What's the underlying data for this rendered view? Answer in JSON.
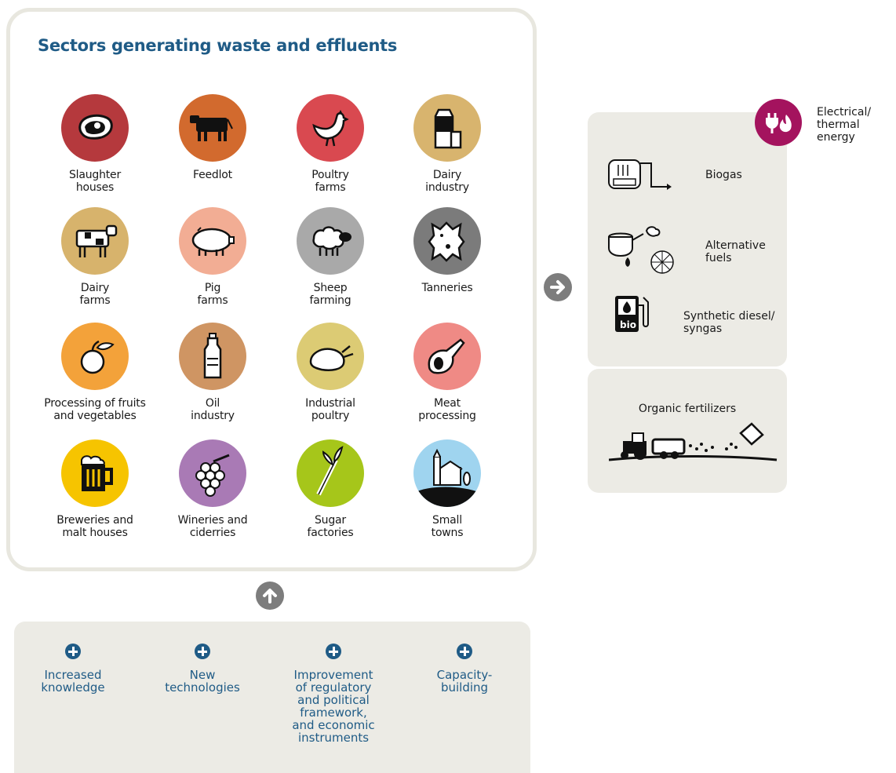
{
  "title": "Sectors generating waste and effluents",
  "sectors": [
    {
      "label": "Slaughter\nhouses",
      "color": "#b5393d",
      "icon": "steak-icon"
    },
    {
      "label": "Feedlot",
      "color": "#d26a2e",
      "icon": "cattle-icon"
    },
    {
      "label": "Poultry\nfarms",
      "color": "#d94950",
      "icon": "chicken-icon"
    },
    {
      "label": "Dairy\nindustry",
      "color": "#d8b46e",
      "icon": "milk-carton-icon"
    },
    {
      "label": "Dairy\nfarms",
      "color": "#d7b36c",
      "icon": "cow-icon"
    },
    {
      "label": "Pig\nfarms",
      "color": "#f2ad94",
      "icon": "pig-icon"
    },
    {
      "label": "Sheep\nfarming",
      "color": "#a9a9a9",
      "icon": "sheep-icon"
    },
    {
      "label": "Tanneries",
      "color": "#7b7b7b",
      "icon": "hide-icon"
    },
    {
      "label": "Processing of fruits\nand vegetables",
      "color": "#f3a23a",
      "icon": "fruit-icon"
    },
    {
      "label": "Oil\nindustry",
      "color": "#cf9563",
      "icon": "bottle-icon"
    },
    {
      "label": "Industrial\npoultry",
      "color": "#dccb74",
      "icon": "roast-chicken-icon"
    },
    {
      "label": "Meat\nprocessing",
      "color": "#ef8a85",
      "icon": "ham-icon"
    },
    {
      "label": "Breweries and\nmalt houses",
      "color": "#f6c400",
      "icon": "beer-mug-icon"
    },
    {
      "label": "Wineries and\nciderries",
      "color": "#a97ab5",
      "icon": "grapes-icon"
    },
    {
      "label": "Sugar\nfactories",
      "color": "#a6c61a",
      "icon": "sugarcane-icon"
    },
    {
      "label": "Small\ntowns",
      "color": "#9fd4ef",
      "icon": "town-icon"
    }
  ],
  "outputs": {
    "energy_label": "Electrical/\nthermal energy",
    "biogas": "Biogas",
    "alternative_fuels": "Alternative\nfuels",
    "synthetic": "Synthetic diesel/\nsyngas",
    "bio_tag": "bio",
    "fertilizers": "Organic fertilizers"
  },
  "improvements": [
    "Increased\nknowledge",
    "New\ntechnologies",
    "Improvement\nof regulatory\nand political\nframework,\nand economic\ninstruments",
    "Capacity-\nbuilding"
  ],
  "colors": {
    "title": "#1f5b86",
    "panel": "#ecebe5",
    "energy": "#a4135e",
    "arrow": "#7d7d7d"
  }
}
